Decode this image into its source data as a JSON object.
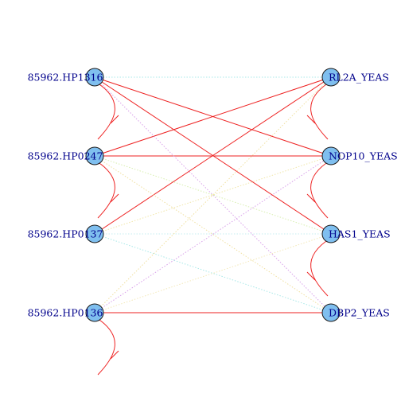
{
  "network": {
    "left_nodes": [
      {
        "id": "L1",
        "label": "85962.HP1316"
      },
      {
        "id": "L2",
        "label": "85962.HP0247"
      },
      {
        "id": "L3",
        "label": "85962.HP0137"
      },
      {
        "id": "L4",
        "label": "85962.HP0136"
      }
    ],
    "right_nodes": [
      {
        "id": "R1",
        "label": "RL2A_YEAS"
      },
      {
        "id": "R2",
        "label": "NOP10_YEAS"
      },
      {
        "id": "R3",
        "label": "HAS1_YEAS"
      },
      {
        "id": "R4",
        "label": "DBP2_YEAS"
      }
    ],
    "colors": {
      "node_fill": "#7fbfef",
      "node_stroke": "#1a1a1a",
      "label": "#00008b",
      "strong_edge": "#ee2222"
    },
    "edges": [
      {
        "from": "L1",
        "to": "R2",
        "color": "#ee2222",
        "style": "solid"
      },
      {
        "from": "L2",
        "to": "R2",
        "color": "#ee2222",
        "style": "solid"
      },
      {
        "from": "L3",
        "to": "R1",
        "color": "#ee2222",
        "style": "solid"
      },
      {
        "from": "L4",
        "to": "R4",
        "color": "#ee2222",
        "style": "solid"
      },
      {
        "from": "L2",
        "to": "R1",
        "color": "#ee2222",
        "style": "solid"
      },
      {
        "from": "L1",
        "to": "R3",
        "color": "#ee2222",
        "style": "solid"
      },
      {
        "from": "L1",
        "to": "R1",
        "color": "#a8e8e8",
        "style": "dotted"
      },
      {
        "from": "L1",
        "to": "R4",
        "color": "#d9a0ea",
        "style": "dotted"
      },
      {
        "from": "L2",
        "to": "R3",
        "color": "#d8efb0",
        "style": "dotted"
      },
      {
        "from": "L2",
        "to": "R4",
        "color": "#f0e0a0",
        "style": "dotted"
      },
      {
        "from": "L3",
        "to": "R2",
        "color": "#f0e6a8",
        "style": "dotted"
      },
      {
        "from": "L3",
        "to": "R3",
        "color": "#c6eef0",
        "style": "dotted"
      },
      {
        "from": "L3",
        "to": "R4",
        "color": "#a8e8e8",
        "style": "dotted"
      },
      {
        "from": "L4",
        "to": "R1",
        "color": "#f0e0a0",
        "style": "dotted"
      },
      {
        "from": "L4",
        "to": "R2",
        "color": "#d9a0ea",
        "style": "dotted"
      },
      {
        "from": "L4",
        "to": "R3",
        "color": "#f3e8b8",
        "style": "dotted"
      }
    ],
    "self_loops": [
      {
        "node": "L1",
        "color": "#ee2222"
      },
      {
        "node": "L2",
        "color": "#ee2222"
      },
      {
        "node": "L4",
        "color": "#ee2222"
      },
      {
        "node": "R1",
        "color": "#ee2222"
      },
      {
        "node": "R2",
        "color": "#ee2222"
      },
      {
        "node": "R3",
        "color": "#ee2222"
      }
    ]
  }
}
